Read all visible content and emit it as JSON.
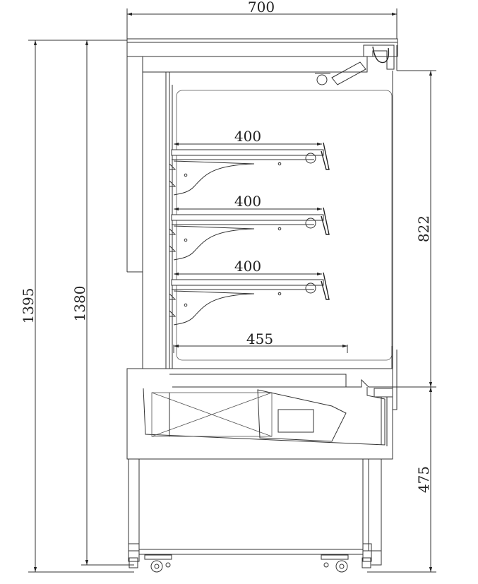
{
  "dimensions": {
    "overall_width": "700",
    "overall_height": "1395",
    "body_height": "1380",
    "display_height": "822",
    "base_height": "475",
    "shelf_depths": [
      "400",
      "400",
      "400"
    ],
    "deck_depth": "455"
  }
}
